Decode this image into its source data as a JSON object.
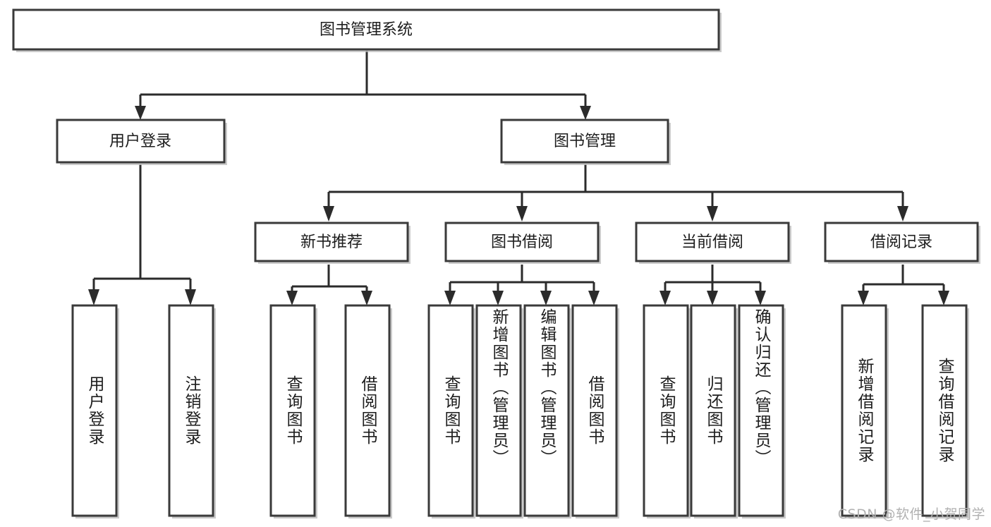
{
  "diagram": {
    "type": "tree-hierarchy",
    "title": "图书管理系统",
    "watermark": "CSDN @软件_小贺同学",
    "colors": {
      "box_stroke": "#3a3a3a",
      "box_fill": "#ffffff",
      "connector": "#2b2b2b",
      "text": "#1d1d1d",
      "watermark": "#b1b1b1",
      "background": "#ffffff"
    },
    "root": {
      "id": "root",
      "label": "图书管理系统"
    },
    "level2": [
      {
        "id": "user-login",
        "label": "用户登录"
      },
      {
        "id": "book-management",
        "label": "图书管理"
      }
    ],
    "level3": [
      {
        "id": "new-book-recommend",
        "label": "新书推荐",
        "parent": "book-management"
      },
      {
        "id": "book-borrow",
        "label": "图书借阅",
        "parent": "book-management"
      },
      {
        "id": "current-borrow",
        "label": "当前借阅",
        "parent": "book-management"
      },
      {
        "id": "borrow-record",
        "label": "借阅记录",
        "parent": "book-management"
      }
    ],
    "leaves": {
      "user-login": [
        {
          "id": "leaf-user-login",
          "label": "用户登录"
        },
        {
          "id": "leaf-logout",
          "label": "注销登录"
        }
      ],
      "new-book-recommend": [
        {
          "id": "leaf-query-book-1",
          "label": "查询图书"
        },
        {
          "id": "leaf-borrow-book-1",
          "label": "借阅图书"
        }
      ],
      "book-borrow": [
        {
          "id": "leaf-query-book-2",
          "label": "查询图书"
        },
        {
          "id": "leaf-add-book",
          "label": "新增图书（管理员）"
        },
        {
          "id": "leaf-edit-book",
          "label": "编辑图书（管理员）"
        },
        {
          "id": "leaf-borrow-book-2",
          "label": "借阅图书"
        }
      ],
      "current-borrow": [
        {
          "id": "leaf-query-book-3",
          "label": "查询图书"
        },
        {
          "id": "leaf-return-book",
          "label": "归还图书"
        },
        {
          "id": "leaf-confirm-return",
          "label": "确认归还（管理员）"
        }
      ],
      "borrow-record": [
        {
          "id": "leaf-add-record",
          "label": "新增借阅记录"
        },
        {
          "id": "leaf-query-record",
          "label": "查询借阅记录"
        }
      ]
    }
  }
}
